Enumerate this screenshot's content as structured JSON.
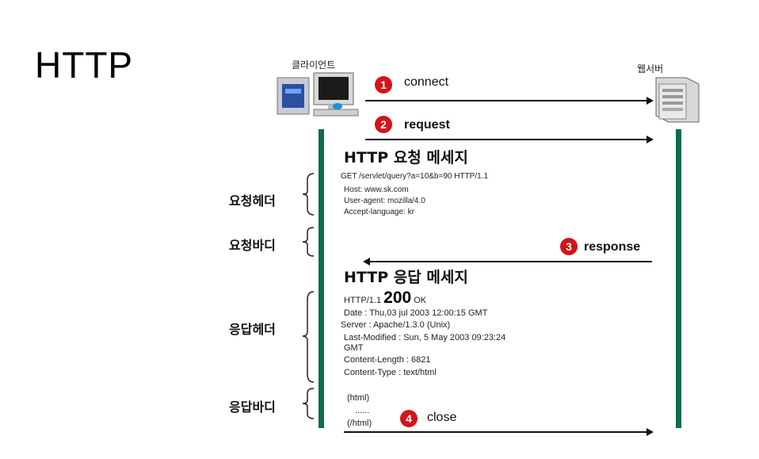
{
  "title": "HTTP",
  "client": {
    "label": "클라이언트"
  },
  "server": {
    "label": "웹서버"
  },
  "steps": [
    {
      "num": "1",
      "label": "connect"
    },
    {
      "num": "2",
      "label": "request"
    },
    {
      "num": "3",
      "label": "response"
    },
    {
      "num": "4",
      "label": "close"
    }
  ],
  "request_message": {
    "title": "HTTP 요청 메세지",
    "lines": [
      "GET /servlet/query?a=10&b=90 HTTP/1.1",
      "Host:  www.sk.com",
      "User-agent: mozilla/4.0",
      "Accept-language: kr"
    ]
  },
  "response_message": {
    "title": "HTTP 응답 메세지",
    "status_prefix": "HTTP/1.1",
    "status_code": "200",
    "status_text": "OK",
    "header_lines": [
      "Date : Thu,03 jul 2003 12:00:15 GMT",
      "Server : Apache/1.3.0 (Unix)",
      "Last-Modified : Sun, 5 May 2003 09:23:24",
      "GMT",
      "Content-Length : 6821",
      "Content-Type : text/html"
    ],
    "body_lines": [
      "(html)",
      "......",
      "(/html)"
    ]
  },
  "sections": {
    "request_header": "요청헤더",
    "request_body": "요청바디",
    "response_header": "응답헤더",
    "response_body": "응답바디"
  }
}
